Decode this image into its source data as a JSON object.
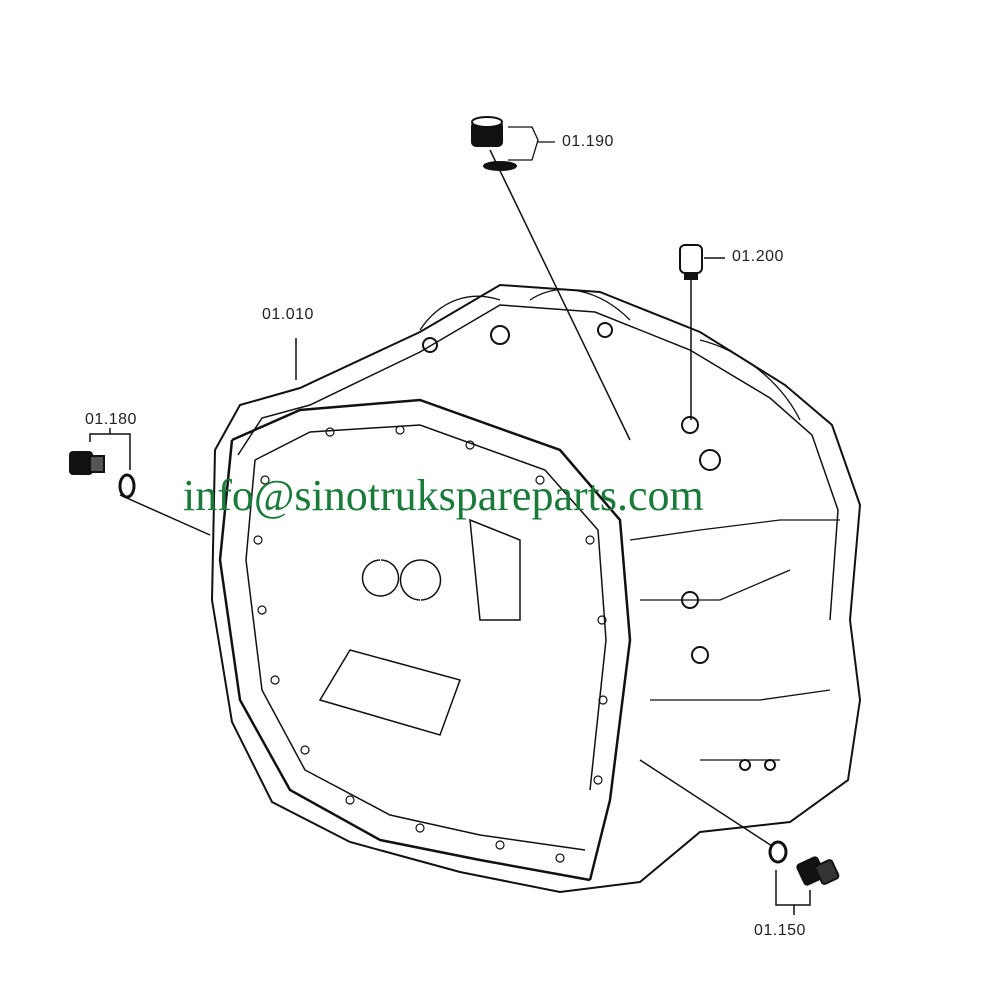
{
  "diagram": {
    "part_labels": {
      "p190": "01.190",
      "p200": "01.200",
      "p010": "01.010",
      "p180": "01.180",
      "p150": "01.150"
    },
    "watermark": "info@sinotrukspareparts.com",
    "colors": {
      "line": "#111111",
      "watermark": "#1a7a3a"
    }
  }
}
